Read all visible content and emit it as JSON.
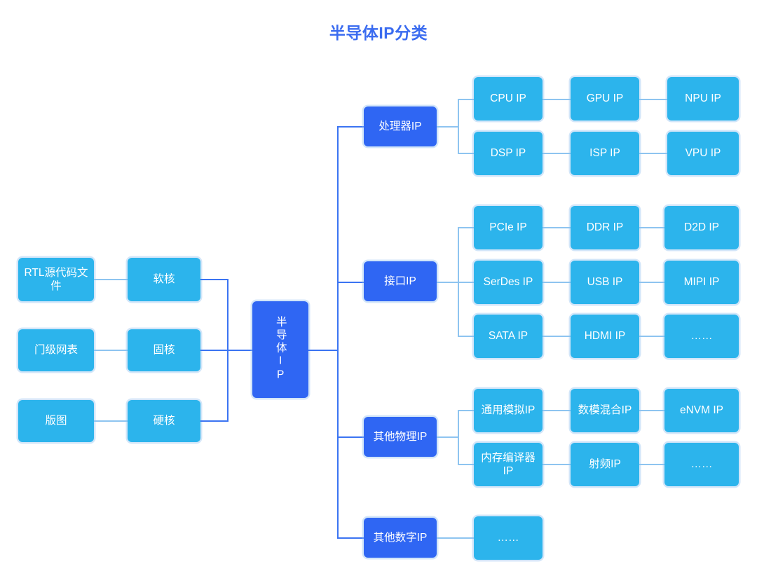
{
  "title": "半导体IP分类",
  "colors": {
    "title": "#3b6cf0",
    "node_light": "#2cb4ec",
    "node_dark": "#2f66f3",
    "connector_light": "#8ec4f0",
    "connector_dark": "#3b74f2",
    "background": "#ffffff",
    "node_text": "#ffffff"
  },
  "chart_data": {
    "type": "diagram",
    "title": "半导体IP分类",
    "root": "半导体IP",
    "sources": [
      "RTL源代码文件",
      "门级网表",
      "版图"
    ],
    "core_types": [
      "软核",
      "固核",
      "硬核"
    ],
    "categories": [
      {
        "name": "处理器IP",
        "rows": [
          [
            "CPU IP",
            "GPU IP",
            "NPU IP"
          ],
          [
            "DSP IP",
            "ISP IP",
            "VPU IP"
          ]
        ]
      },
      {
        "name": "接口IP",
        "rows": [
          [
            "PCIe IP",
            "DDR IP",
            "D2D IP"
          ],
          [
            "SerDes IP",
            "USB IP",
            "MIPI IP"
          ],
          [
            "SATA IP",
            "HDMI IP",
            "……"
          ]
        ]
      },
      {
        "name": "其他物理IP",
        "rows": [
          [
            "通用模拟IP",
            "数模混合IP",
            "eNVM IP"
          ],
          [
            "内存编译器IP",
            "射频IP",
            "……"
          ]
        ]
      },
      {
        "name": "其他数字IP",
        "rows": [
          [
            "……"
          ]
        ]
      }
    ]
  },
  "left": {
    "sources": [
      {
        "label": "RTL源代码文件"
      },
      {
        "label": "门级网表"
      },
      {
        "label": "版图"
      }
    ],
    "cores": [
      {
        "label": "软核"
      },
      {
        "label": "固核"
      },
      {
        "label": "硬核"
      }
    ]
  },
  "root": {
    "label": "半导体IP"
  },
  "branches": {
    "processor": {
      "label": "处理器IP",
      "r0c0": "CPU IP",
      "r0c1": "GPU IP",
      "r0c2": "NPU IP",
      "r1c0": "DSP IP",
      "r1c1": "ISP IP",
      "r1c2": "VPU IP"
    },
    "interface": {
      "label": "接口IP",
      "r0c0": "PCIe IP",
      "r0c1": "DDR IP",
      "r0c2": "D2D IP",
      "r1c0": "SerDes IP",
      "r1c1": "USB IP",
      "r1c2": "MIPI IP",
      "r2c0": "SATA IP",
      "r2c1": "HDMI IP",
      "r2c2": "……"
    },
    "physical": {
      "label": "其他物理IP",
      "r0c0": "通用模拟IP",
      "r0c1": "数模混合IP",
      "r0c2": "eNVM IP",
      "r1c0": "内存编译器IP",
      "r1c1": "射频IP",
      "r1c2": "……"
    },
    "digital": {
      "label": "其他数字IP",
      "r0c0": "……"
    }
  }
}
